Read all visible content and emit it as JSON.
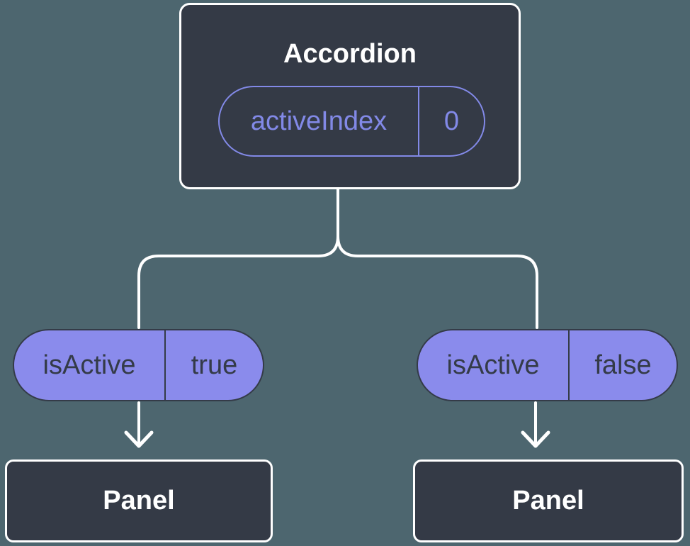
{
  "colors": {
    "background": "#4D666F",
    "node_fill": "#343A46",
    "node_border": "#FFFFFF",
    "pill_fill": "#8A8BEC",
    "pill_border": "#343B48",
    "accent_purple": "#8289E7",
    "dark_text": "#343B48",
    "light_text": "#FFFFFF",
    "connector": "#FFFFFF"
  },
  "diagram": {
    "root": {
      "title": "Accordion",
      "state": {
        "name": "activeIndex",
        "value": "0"
      }
    },
    "children": [
      {
        "prop": {
          "name": "isActive",
          "value": "true"
        },
        "node": {
          "title": "Panel"
        }
      },
      {
        "prop": {
          "name": "isActive",
          "value": "false"
        },
        "node": {
          "title": "Panel"
        }
      }
    ]
  }
}
